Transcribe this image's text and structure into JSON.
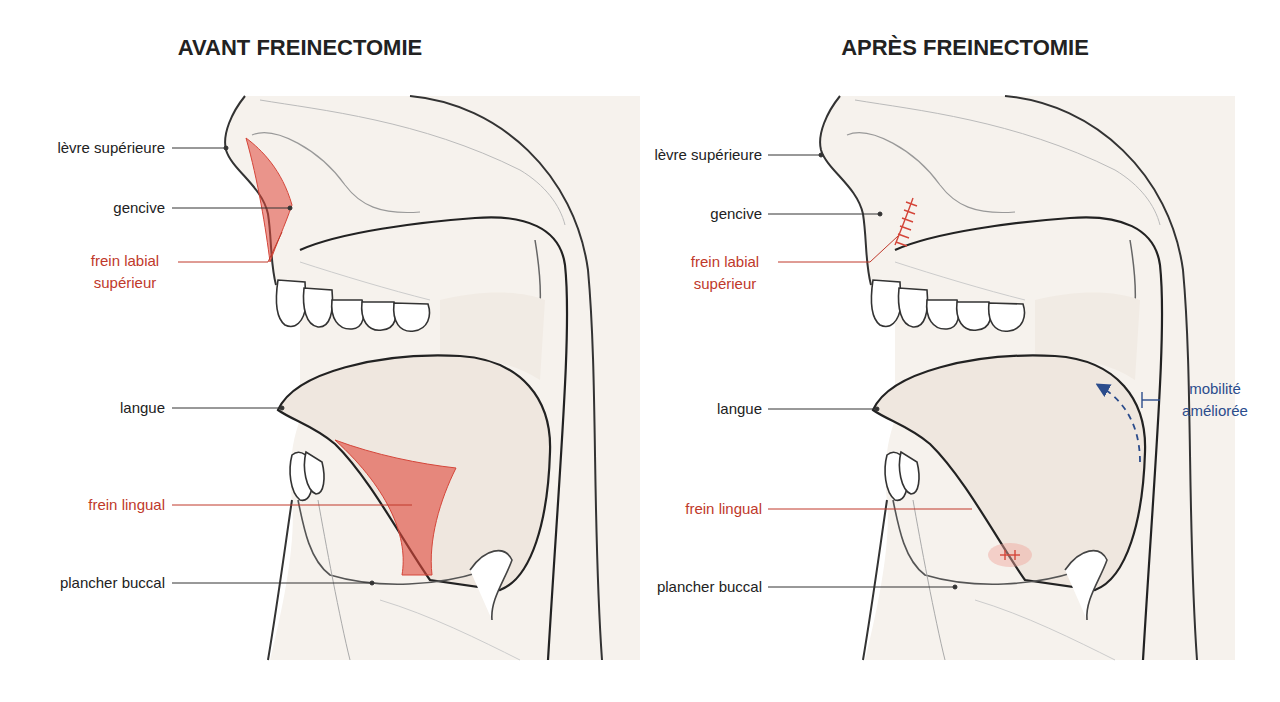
{
  "diagram": {
    "labels": [
      "AVANT FREINECTOMIE",
      "lèvre supérieure",
      "gencive",
      "frein labial supérieur",
      "langue",
      "frein lingual",
      "plancher buccal",
      "APRÈS FREINECTOMIE",
      "lèvre supérieure",
      "gencive",
      "frein labial supérieur",
      "langue",
      "frein lingual",
      "plancher buccal",
      "mobilité améliorée"
    ]
  }
}
